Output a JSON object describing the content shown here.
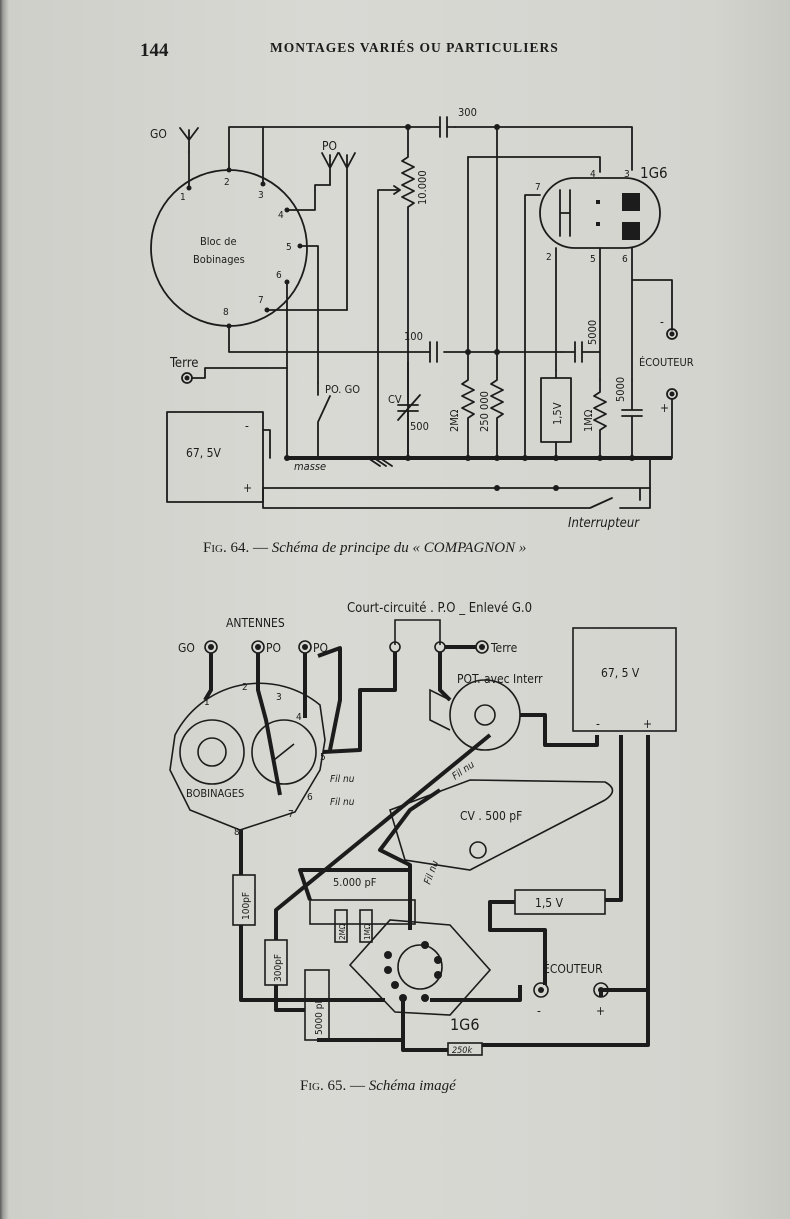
{
  "header": {
    "page_number": "144",
    "title": "MONTAGES VARIÉS OU PARTICULIERS"
  },
  "fig64": {
    "caption_num": "Fig. 64. —",
    "caption_text": "Schéma de principe du « COMPAGNON »",
    "labels": {
      "go": "GO",
      "po": "PO",
      "bloc1": "Bloc de",
      "bloc2": "Bobinages",
      "c300": "300",
      "r10000": "10.000",
      "tube": "1G6",
      "terre": "Terre",
      "c100": "100",
      "pogo": "PO. GO",
      "cv": "CV",
      "c500": "500",
      "r2m": "2MΩ",
      "r250": "250 000",
      "bat15": "1,5V",
      "r1m": "1MΩ",
      "c5000a": "5000",
      "c5000b": "5000",
      "ecouteur": "ÉCOUTEUR",
      "bat675": "67, 5V",
      "masse": "masse",
      "interrupteur": "Interrupteur",
      "plus": "+",
      "minus": "-"
    },
    "pins": [
      "1",
      "2",
      "3",
      "4",
      "5",
      "6",
      "7",
      "8"
    ],
    "tube_pins": [
      "7",
      "4",
      "3",
      "2",
      "5",
      "6"
    ]
  },
  "fig65": {
    "caption_num": "Fig. 65. —",
    "caption_text": "Schéma imagé",
    "labels": {
      "cc": "Court-circuité . P.O _ Enlevé G.0",
      "antennes": "ANTENNES",
      "go": "GO",
      "po1": "PO",
      "po2": "PO",
      "terre": "Terre",
      "pot": "POT. avec Interr",
      "bat675": "67, 5 V",
      "bobinages": "BOBINAGES",
      "filnu1": "Fil nu",
      "filnu2": "Fil nu",
      "filnu3": "Fil nu",
      "filnu4": "Fil nu",
      "cv": "CV . 500 pF",
      "c5000": "5.000 pF",
      "r2m": "2MΩ",
      "r1m": "1MΩ",
      "c100": "100pF",
      "c300": "300pF",
      "c5000b": "5000 pF",
      "bat15": "1,5 V",
      "ecouteur": "ÉCOUTEUR",
      "tube": "1G6",
      "r250": "250k",
      "plus": "+",
      "minus": "-"
    },
    "pins": [
      "1",
      "2",
      "3",
      "4",
      "5",
      "6",
      "7",
      "8"
    ]
  }
}
